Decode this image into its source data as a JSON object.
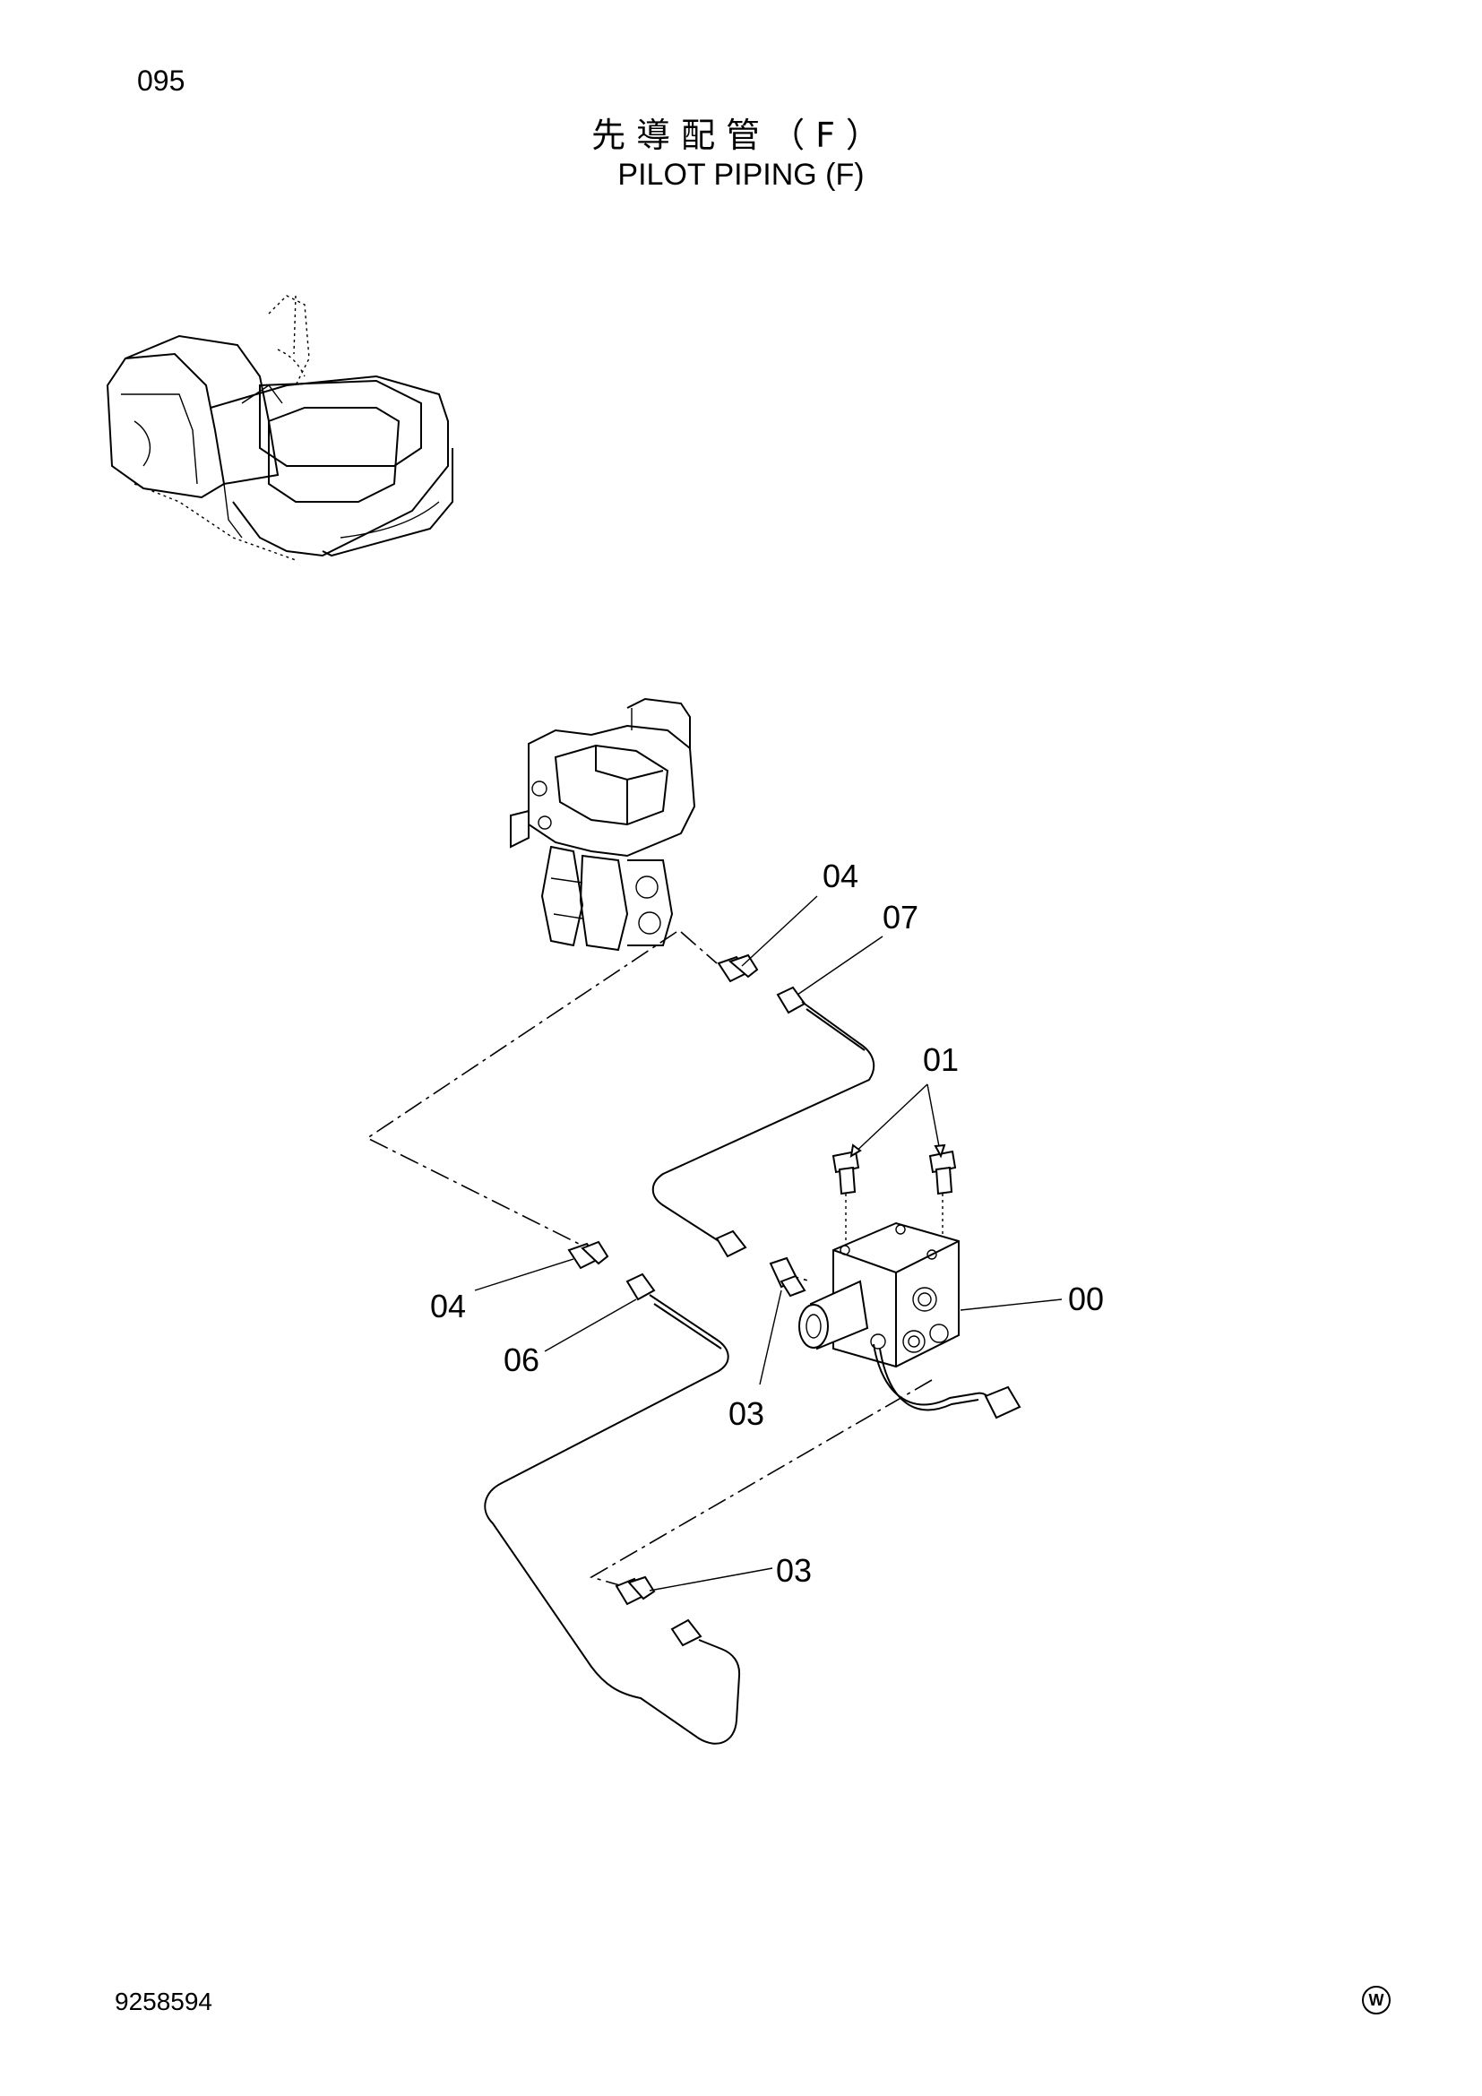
{
  "page": {
    "number": "095",
    "title_jp": "先導配管（F）",
    "title_en": "PILOT PIPING (F)",
    "footer_code": "9258594",
    "footer_mark": "W"
  },
  "callouts": [
    {
      "id": "c-04-top",
      "label": "04"
    },
    {
      "id": "c-07",
      "label": "07"
    },
    {
      "id": "c-01",
      "label": "01"
    },
    {
      "id": "c-00",
      "label": "00"
    },
    {
      "id": "c-04-left",
      "label": "04"
    },
    {
      "id": "c-06",
      "label": "06"
    },
    {
      "id": "c-03-mid",
      "label": "03"
    },
    {
      "id": "c-03-bottom",
      "label": "03"
    }
  ]
}
